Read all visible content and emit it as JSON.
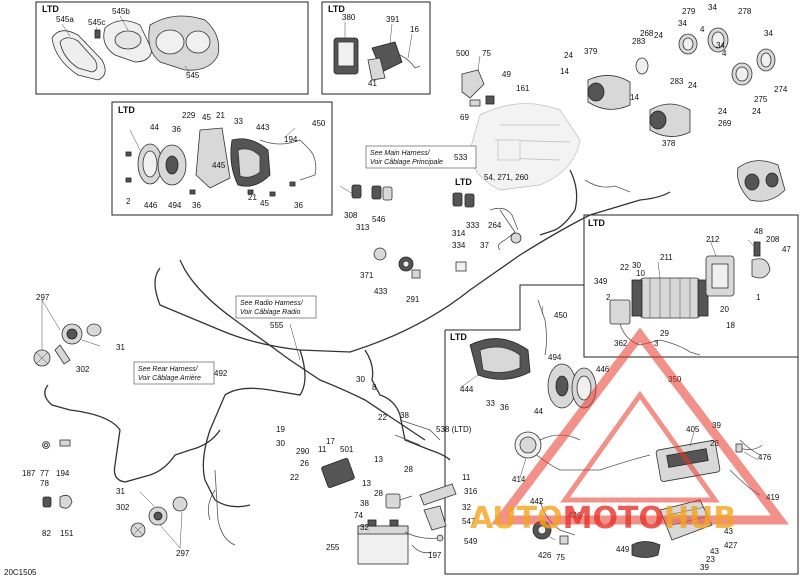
{
  "boxes": {
    "ltd_label": "LTD"
  },
  "references": {
    "main_harness_en": "See Main Harness/",
    "main_harness_fr": "Voir Câblage Principale",
    "radio_harness_en": "See Radio Harness/",
    "radio_harness_fr": "Voir Câblage Radio",
    "rear_harness_en": "See Rear Harness/",
    "rear_harness_fr": "Voir Câblage Arrière"
  },
  "diagram_code": "20C1505",
  "watermark": {
    "part1": "AUTO",
    "part2": "MOTO",
    "part3": "HUB"
  },
  "callouts": [
    {
      "id": "c1",
      "text": "545a"
    },
    {
      "id": "c2",
      "text": "545c"
    },
    {
      "id": "c3",
      "text": "545b"
    },
    {
      "id": "c4",
      "text": "545"
    },
    {
      "id": "c5",
      "text": "380"
    },
    {
      "id": "c6",
      "text": "391"
    },
    {
      "id": "c7",
      "text": "16"
    },
    {
      "id": "c8",
      "text": "41"
    },
    {
      "id": "c9",
      "text": "500"
    },
    {
      "id": "c10",
      "text": "75"
    },
    {
      "id": "c11",
      "text": "49"
    },
    {
      "id": "c12",
      "text": "161"
    },
    {
      "id": "c13",
      "text": "69"
    },
    {
      "id": "c14",
      "text": "229"
    },
    {
      "id": "c15",
      "text": "45"
    },
    {
      "id": "c16",
      "text": "21"
    },
    {
      "id": "c17",
      "text": "33"
    },
    {
      "id": "c18",
      "text": "44"
    },
    {
      "id": "c19",
      "text": "36"
    },
    {
      "id": "c20",
      "text": "443"
    },
    {
      "id": "c21",
      "text": "450"
    },
    {
      "id": "c22",
      "text": "194"
    },
    {
      "id": "c23",
      "text": "2"
    },
    {
      "id": "c24",
      "text": "446"
    },
    {
      "id": "c25",
      "text": "494"
    },
    {
      "id": "c26",
      "text": "36"
    },
    {
      "id": "c27",
      "text": "445"
    },
    {
      "id": "c28",
      "text": "21"
    },
    {
      "id": "c29",
      "text": "45"
    },
    {
      "id": "c30",
      "text": "36"
    },
    {
      "id": "c31",
      "text": "533"
    },
    {
      "id": "c32",
      "text": "54, 271, 260"
    },
    {
      "id": "c33",
      "text": "308"
    },
    {
      "id": "c34",
      "text": "313"
    },
    {
      "id": "c35",
      "text": "546"
    },
    {
      "id": "c36",
      "text": "314"
    },
    {
      "id": "c37",
      "text": "333"
    },
    {
      "id": "c38",
      "text": "334"
    },
    {
      "id": "c39",
      "text": "264"
    },
    {
      "id": "c40",
      "text": "37"
    },
    {
      "id": "c41",
      "text": "371"
    },
    {
      "id": "c42",
      "text": "433"
    },
    {
      "id": "c43",
      "text": "291"
    },
    {
      "id": "c44",
      "text": "279"
    },
    {
      "id": "c45",
      "text": "34"
    },
    {
      "id": "c46",
      "text": "278"
    },
    {
      "id": "c47",
      "text": "4"
    },
    {
      "id": "c48",
      "text": "34"
    },
    {
      "id": "c49",
      "text": "268"
    },
    {
      "id": "c50",
      "text": "283"
    },
    {
      "id": "c51",
      "text": "24"
    },
    {
      "id": "c52",
      "text": "24"
    },
    {
      "id": "c53",
      "text": "379"
    },
    {
      "id": "c54",
      "text": "14"
    },
    {
      "id": "c55",
      "text": "14"
    },
    {
      "id": "c56",
      "text": "283"
    },
    {
      "id": "c57",
      "text": "24"
    },
    {
      "id": "c58",
      "text": "378"
    },
    {
      "id": "c59",
      "text": "4"
    },
    {
      "id": "c60",
      "text": "34"
    },
    {
      "id": "c61",
      "text": "34"
    },
    {
      "id": "c62",
      "text": "24"
    },
    {
      "id": "c63",
      "text": "275"
    },
    {
      "id": "c64",
      "text": "274"
    },
    {
      "id": "c65",
      "text": "24"
    },
    {
      "id": "c66",
      "text": "269"
    },
    {
      "id": "c67",
      "text": "212"
    },
    {
      "id": "c68",
      "text": "48"
    },
    {
      "id": "c69",
      "text": "208"
    },
    {
      "id": "c70",
      "text": "47"
    },
    {
      "id": "c71",
      "text": "22"
    },
    {
      "id": "c72",
      "text": "30"
    },
    {
      "id": "c73",
      "text": "10"
    },
    {
      "id": "c74",
      "text": "211"
    },
    {
      "id": "c75",
      "text": "349"
    },
    {
      "id": "c76",
      "text": "2"
    },
    {
      "id": "c77",
      "text": "20"
    },
    {
      "id": "c78",
      "text": "1"
    },
    {
      "id": "c79",
      "text": "18"
    },
    {
      "id": "c80",
      "text": "29"
    },
    {
      "id": "c81",
      "text": "3"
    },
    {
      "id": "c82",
      "text": "362"
    },
    {
      "id": "c83",
      "text": "350"
    },
    {
      "id": "c84",
      "text": "297"
    },
    {
      "id": "c85",
      "text": "31"
    },
    {
      "id": "c86",
      "text": "302"
    },
    {
      "id": "c87",
      "text": "555"
    },
    {
      "id": "c88",
      "text": "492"
    },
    {
      "id": "c89",
      "text": "30"
    },
    {
      "id": "c90",
      "text": "8"
    },
    {
      "id": "c91",
      "text": "22"
    },
    {
      "id": "c92",
      "text": "38"
    },
    {
      "id": "c93",
      "text": "19"
    },
    {
      "id": "c94",
      "text": "30"
    },
    {
      "id": "c95",
      "text": "17"
    },
    {
      "id": "c96",
      "text": "501"
    },
    {
      "id": "c97",
      "text": "290"
    },
    {
      "id": "c98",
      "text": "11"
    },
    {
      "id": "c99",
      "text": "26"
    },
    {
      "id": "c100",
      "text": "22"
    },
    {
      "id": "c101",
      "text": "13"
    },
    {
      "id": "c102",
      "text": "28"
    },
    {
      "id": "c103",
      "text": "538 (LTD)"
    },
    {
      "id": "c104",
      "text": "13"
    },
    {
      "id": "c105",
      "text": "28"
    },
    {
      "id": "c106",
      "text": "38"
    },
    {
      "id": "c107",
      "text": "74"
    },
    {
      "id": "c108",
      "text": "32"
    },
    {
      "id": "c109",
      "text": "11"
    },
    {
      "id": "c110",
      "text": "316"
    },
    {
      "id": "c111",
      "text": "32"
    },
    {
      "id": "c112",
      "text": "547"
    },
    {
      "id": "c113",
      "text": "255"
    },
    {
      "id": "c114",
      "text": "549"
    },
    {
      "id": "c115",
      "text": "197"
    },
    {
      "id": "c116",
      "text": "187"
    },
    {
      "id": "c117",
      "text": "77"
    },
    {
      "id": "c118",
      "text": "78"
    },
    {
      "id": "c119",
      "text": "194"
    },
    {
      "id": "c120",
      "text": "82"
    },
    {
      "id": "c121",
      "text": "151"
    },
    {
      "id": "c122",
      "text": "31"
    },
    {
      "id": "c123",
      "text": "302"
    },
    {
      "id": "c124",
      "text": "297"
    },
    {
      "id": "c125",
      "text": "450"
    },
    {
      "id": "c126",
      "text": "444"
    },
    {
      "id": "c127",
      "text": "494"
    },
    {
      "id": "c128",
      "text": "446"
    },
    {
      "id": "c129",
      "text": "33"
    },
    {
      "id": "c130",
      "text": "36"
    },
    {
      "id": "c131",
      "text": "44"
    },
    {
      "id": "c132",
      "text": "414"
    },
    {
      "id": "c133",
      "text": "405"
    },
    {
      "id": "c134",
      "text": "39"
    },
    {
      "id": "c135",
      "text": "23"
    },
    {
      "id": "c136",
      "text": "476"
    },
    {
      "id": "c137",
      "text": "419"
    },
    {
      "id": "c138",
      "text": "442"
    },
    {
      "id": "c139",
      "text": "426"
    },
    {
      "id": "c140",
      "text": "426"
    },
    {
      "id": "c141",
      "text": "75"
    },
    {
      "id": "c142",
      "text": "449"
    },
    {
      "id": "c143",
      "text": "427"
    },
    {
      "id": "c144",
      "text": "43"
    },
    {
      "id": "c145",
      "text": "43"
    },
    {
      "id": "c146",
      "text": "23"
    },
    {
      "id": "c147",
      "text": "39"
    }
  ]
}
